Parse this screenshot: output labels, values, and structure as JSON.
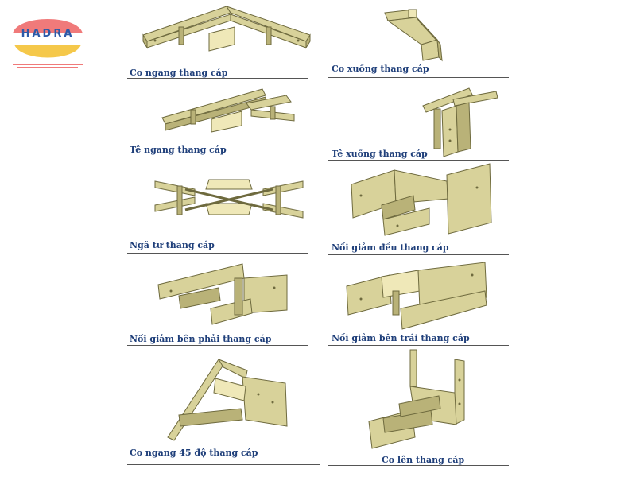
{
  "logo": {
    "text": "HADRA",
    "colors": {
      "top": "#f07a7a",
      "bottom": "#f5c84a",
      "text": "#2c5aa8"
    }
  },
  "items": [
    {
      "caption": "Co ngang thang cáp",
      "icon": "horizontal-elbow"
    },
    {
      "caption": "Co xuống thang cáp",
      "icon": "vertical-down-elbow"
    },
    {
      "caption": "Tê ngang thang cáp",
      "icon": "horizontal-tee"
    },
    {
      "caption": "Tê xuống thang cáp",
      "icon": "vertical-down-tee"
    },
    {
      "caption": "Ngã tư thang cáp",
      "icon": "horizontal-cross"
    },
    {
      "caption": "Nối giảm đều thang cáp",
      "icon": "straight-reducer"
    },
    {
      "caption": "Nối giảm bên phải thang cáp",
      "icon": "right-reducer"
    },
    {
      "caption": "Nối giảm bên trái thang cáp",
      "icon": "left-reducer"
    },
    {
      "caption": "Co ngang 45 độ thang cáp",
      "icon": "horizontal-45-elbow"
    },
    {
      "caption": "Co lên thang cáp",
      "icon": "vertical-up-elbow"
    }
  ]
}
